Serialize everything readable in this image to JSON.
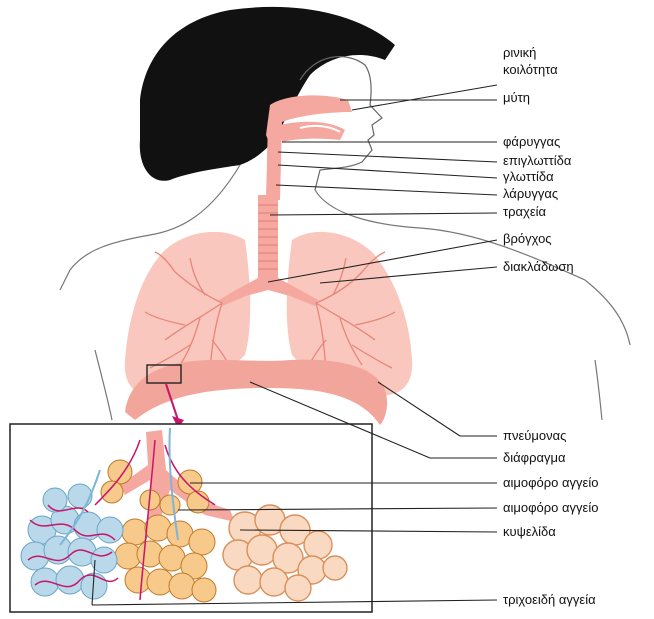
{
  "labels": {
    "nasal_cavity_line1": "ρινική",
    "nasal_cavity_line2": "κοιλότητα",
    "nose": "μύτη",
    "pharynx": "φάρυγγας",
    "epiglottis": "επιγλωττίδα",
    "glottis": "γλωττίδα",
    "larynx": "λάρυγγας",
    "trachea": "τραχεία",
    "bronchus": "βρόγχος",
    "branching": "διακλάδωση",
    "lung": "πνεύμονας",
    "diaphragm": "διάφραγμα",
    "blood_vessel_1": "αιμοφόρο αγγείο",
    "blood_vessel_2": "αιμοφόρο αγγείο",
    "alveolus": "κυψελίδα",
    "capillaries": "τριχοειδή αγγεία"
  },
  "colors": {
    "hair": "#111111",
    "airway": "#f4a8a0",
    "lung": "#f9c7bd",
    "lung_vessel": "#e8857a",
    "diaphragm": "#f2a59a",
    "alveoli": "#f7c98a",
    "alveoli_dark": "#e8a64e",
    "capillary_red": "#c8146a",
    "capillary_blue": "#8cc0dc"
  }
}
